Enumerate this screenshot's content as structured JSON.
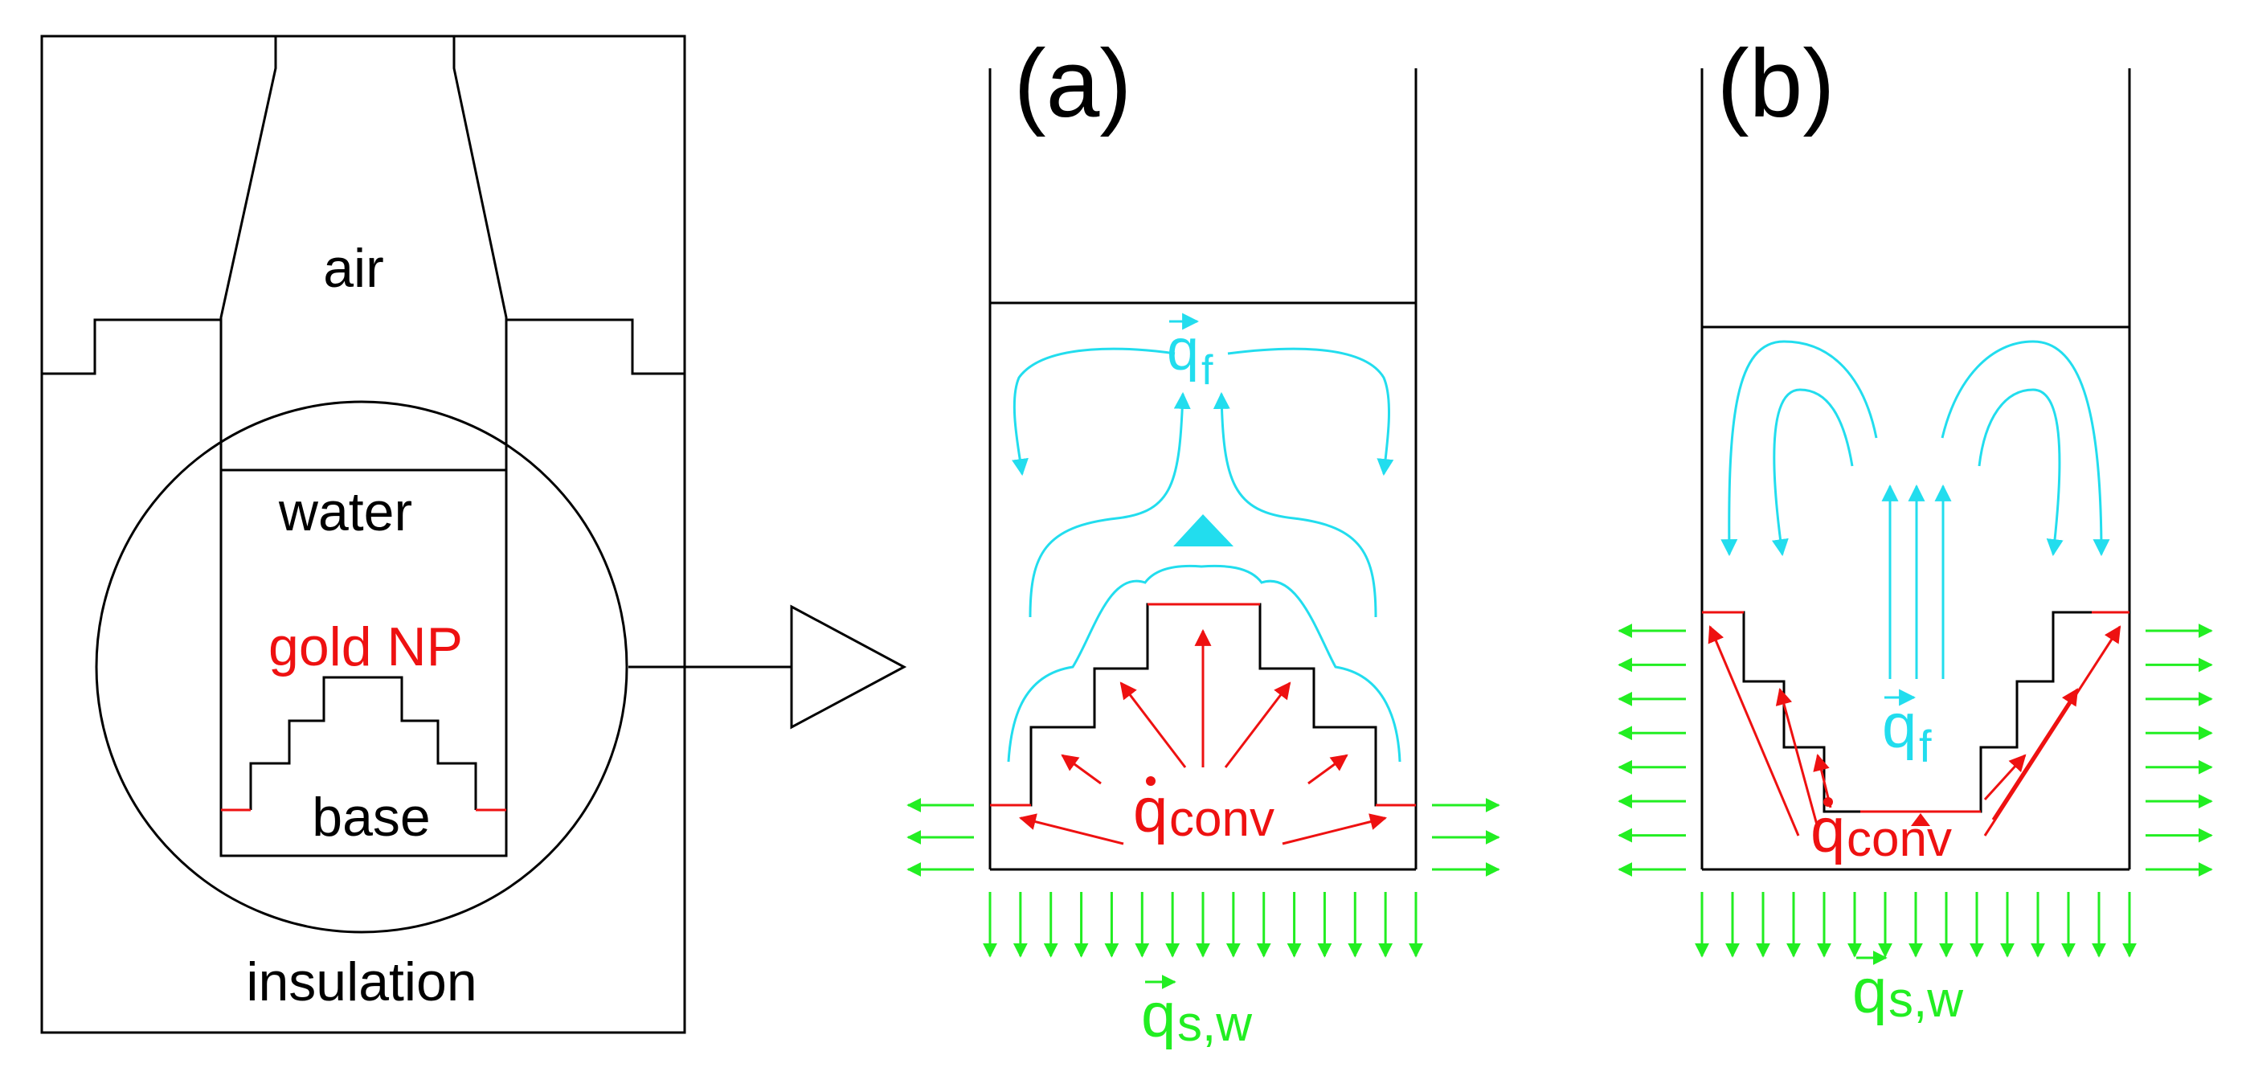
{
  "colors": {
    "outline": "#000000",
    "gold": "#ee1111",
    "fluid": "#22ddee",
    "loss": "#22ee22"
  },
  "left_panel": {
    "air": "air",
    "water": "water",
    "gold_np": "gold NP",
    "base": "base",
    "insulation": "insulation"
  },
  "panel_a": {
    "label": "(a)",
    "q_f": {
      "symbol": "q",
      "sub": "f"
    },
    "q_conv": {
      "symbol": "q",
      "sub": "conv"
    },
    "q_sw": {
      "symbol": "q",
      "sub": "s,w"
    }
  },
  "panel_b": {
    "label": "(b)",
    "q_f": {
      "symbol": "q",
      "sub": "f"
    },
    "q_conv": {
      "symbol": "q",
      "sub": "conv"
    },
    "q_sw": {
      "symbol": "q",
      "sub": "s,w"
    }
  }
}
